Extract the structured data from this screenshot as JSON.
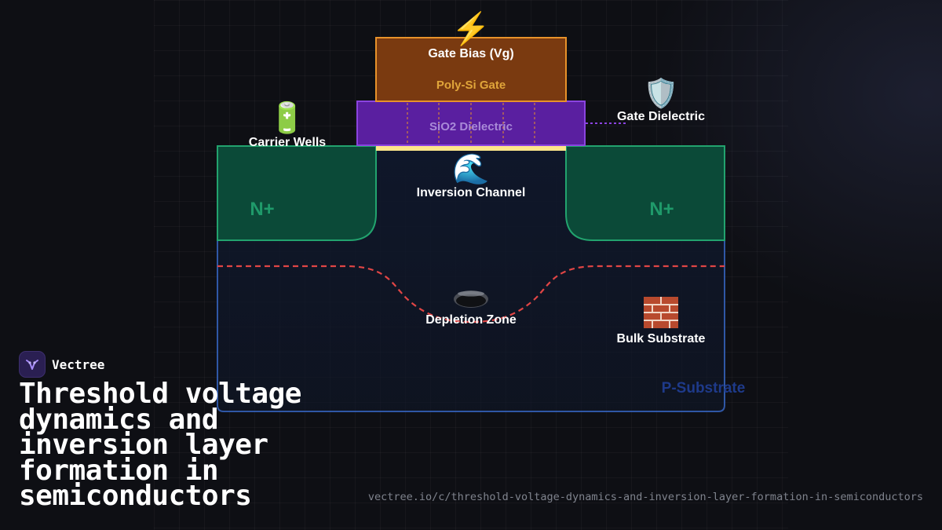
{
  "brand": {
    "name": "Vectree",
    "logo_icon": "vectree-logo-icon",
    "accent_color": "#8b5cf6"
  },
  "title": "Threshold voltage dynamics and inversion layer formation in semiconductors",
  "url": "vectree.io/c/threshold-voltage-dynamics-and-inversion-layer-formation-in-semiconductors",
  "diagram": {
    "gate_bias": {
      "label": "Gate Bias (Vg)",
      "icon": "⚡",
      "icon_name": "lightning-icon"
    },
    "poly_gate": {
      "label": "Poly-Si Gate",
      "color": "#7a3a10",
      "border_color": "#e8922a"
    },
    "dielectric": {
      "label": "SiO2 Dielectric",
      "color": "#5a1fa0",
      "border_color": "#8b44e0"
    },
    "gate_dielectric": {
      "label": "Gate Dielectric",
      "icon": "🛡️",
      "icon_name": "shield-icon"
    },
    "carrier_wells": {
      "label": "Carrier Wells",
      "icon": "🔋",
      "icon_name": "battery-icon"
    },
    "inversion_channel": {
      "label": "Inversion Channel",
      "icon": "🌊",
      "icon_name": "wave-icon",
      "color": "#fde68a"
    },
    "source_well": {
      "label": "N+"
    },
    "drain_well": {
      "label": "N+"
    },
    "well_color": "#0b4a38",
    "well_border_color": "#22a36e",
    "depletion_zone": {
      "label": "Depletion Zone",
      "icon": "🕳️",
      "icon_name": "hole-icon",
      "line_color": "#e04545"
    },
    "bulk_substrate": {
      "label": "Bulk Substrate",
      "icon": "🧱",
      "icon_name": "brick-icon"
    },
    "substrate": {
      "label": "P-Substrate",
      "color": "#0f172a",
      "border_color": "#3b6fd4"
    }
  }
}
